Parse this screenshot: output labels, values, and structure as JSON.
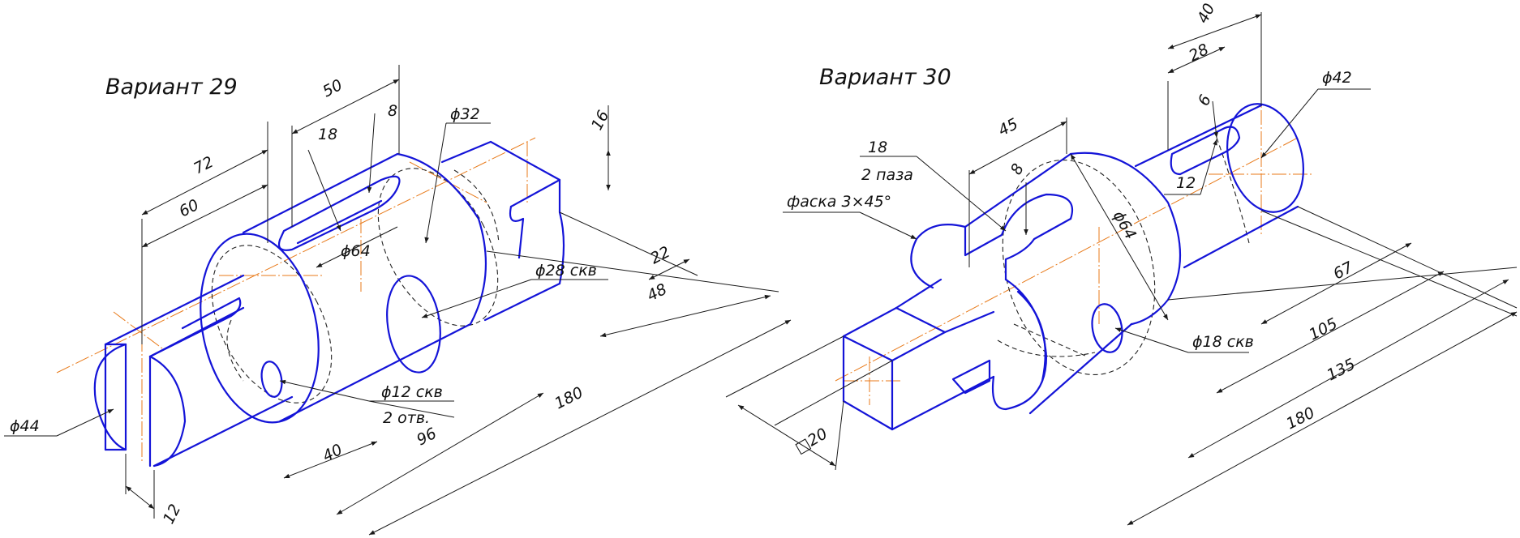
{
  "left": {
    "title": "Вариант 29",
    "dims": {
      "d50": "50",
      "d72": "72",
      "d60": "60",
      "d18": "18",
      "d8": "8",
      "d32": "ϕ32",
      "d16": "16",
      "d64": "ϕ64",
      "d22": "22",
      "d48": "48",
      "d28": "ϕ28 скв",
      "d12": "ϕ12 скв",
      "holes": "2 отв.",
      "d180": "180",
      "d96": "96",
      "d40": "40",
      "d44": "ϕ44",
      "d12b": "12"
    }
  },
  "right": {
    "title": "Вариант 30",
    "dims": {
      "d40": "40",
      "d28": "28",
      "d42": "ϕ42",
      "d6": "6",
      "d45": "45",
      "d18": "18",
      "slots": "2 паза",
      "chamfer": "фаска 3×45°",
      "d8": "8",
      "d12": "12",
      "d64": "ϕ64",
      "d67": "67",
      "d105": "105",
      "d135": "135",
      "d180": "180",
      "d18h": "ϕ18 скв",
      "sq20": "□20"
    }
  }
}
